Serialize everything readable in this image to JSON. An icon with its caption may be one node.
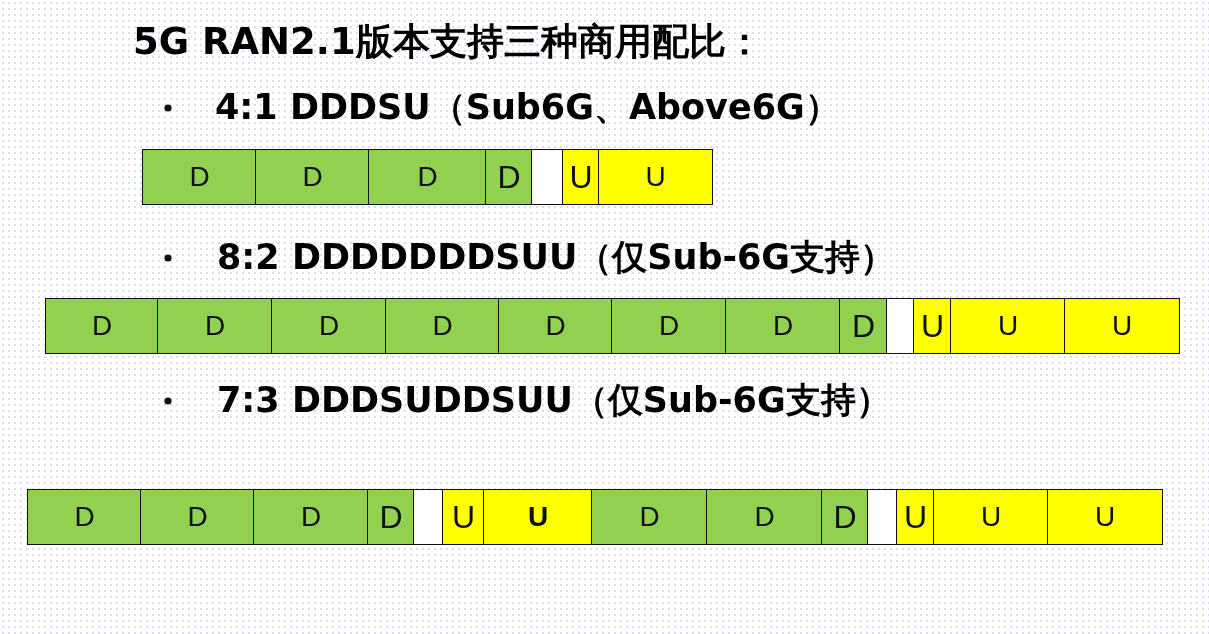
{
  "diagram": {
    "title": "5G RAN2.1版本支持三种商用配比：",
    "nodes": [
      {
        "text": [
          "D"
        ]
      },
      {
        "text": [
          "D"
        ]
      },
      {
        "text": [
          "D"
        ]
      },
      {
        "text": [
          "D"
        ]
      },
      {
        "text": [],
        "shape": "box"
      },
      {
        "text": [
          "U"
        ]
      },
      {
        "text": [
          "U"
        ]
      },
      {
        "text": [
          "D"
        ]
      },
      {
        "text": [
          "D"
        ]
      },
      {
        "text": [
          "D"
        ]
      },
      {
        "text": [
          "D"
        ]
      },
      {
        "text": [
          "D"
        ]
      },
      {
        "text": [
          "D"
        ]
      },
      {
        "text": [
          "D"
        ]
      },
      {
        "text": [
          "D"
        ]
      },
      {
        "text": [],
        "shape": "box"
      },
      {
        "text": [
          "U"
        ]
      },
      {
        "text": [
          "U"
        ]
      },
      {
        "text": [
          "U"
        ]
      },
      {
        "text": [
          "D"
        ]
      },
      {
        "text": [
          "D"
        ]
      },
      {
        "text": [
          "D"
        ]
      },
      {
        "text": [
          "D"
        ]
      },
      {
        "text": [],
        "shape": "box"
      },
      {
        "text": [
          "U"
        ]
      },
      {
        "text": [
          "U"
        ]
      },
      {
        "text": [
          "D"
        ]
      },
      {
        "text": [
          "D"
        ]
      },
      {
        "text": [
          "D"
        ]
      },
      {
        "text": [],
        "shape": "box"
      },
      {
        "text": [
          "U"
        ]
      },
      {
        "text": [
          "U"
        ]
      },
      {
        "text": [
          "U"
        ]
      }
    ],
    "labels": [
      "4:1 DDDSU（Sub6G、Above6G）",
      "8:2 DDDDDDDSUU（仅Sub-6G支持）",
      "7:3 DDDSUDDSUU（仅Sub-6G支持）"
    ]
  }
}
